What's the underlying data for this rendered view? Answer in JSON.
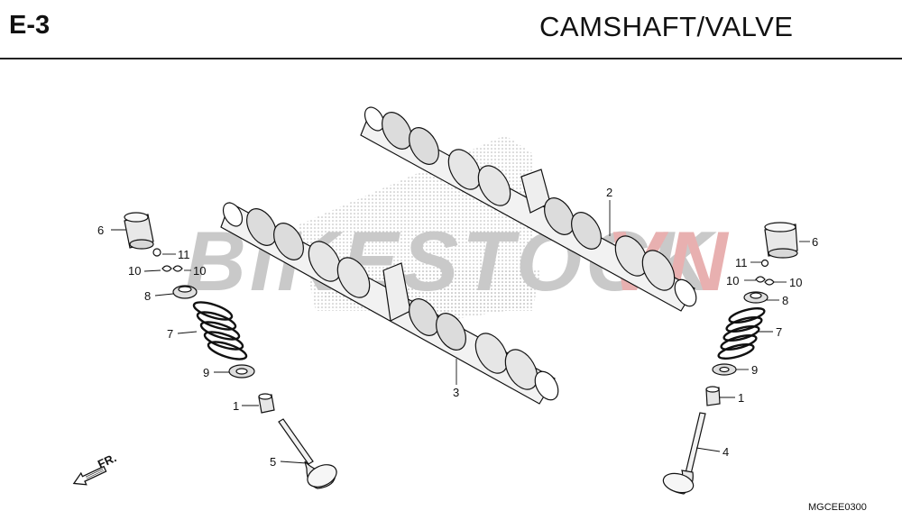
{
  "header": {
    "section_code": "E-3",
    "title": "CAMSHAFT/VALVE"
  },
  "watermark": {
    "text_part1": "BIKESTOCK",
    "text_part2": "VN",
    "color_grey": "#c9c9c9",
    "color_red": "#e8b0b0"
  },
  "callouts": {
    "c1_left": "1",
    "c1_right": "1",
    "c2": "2",
    "c3": "3",
    "c4": "4",
    "c5": "5",
    "c6_left": "6",
    "c6_right": "6",
    "c7_left": "7",
    "c7_right": "7",
    "c8_left": "8",
    "c8_right": "8",
    "c9_left": "9",
    "c9_right": "9",
    "c10_left_a": "10",
    "c10_left_b": "10",
    "c10_right_a": "10",
    "c10_right_b": "10",
    "c11_left": "11",
    "c11_right": "11"
  },
  "direction_label": "FR.",
  "reference_code": "MGCEE0300"
}
